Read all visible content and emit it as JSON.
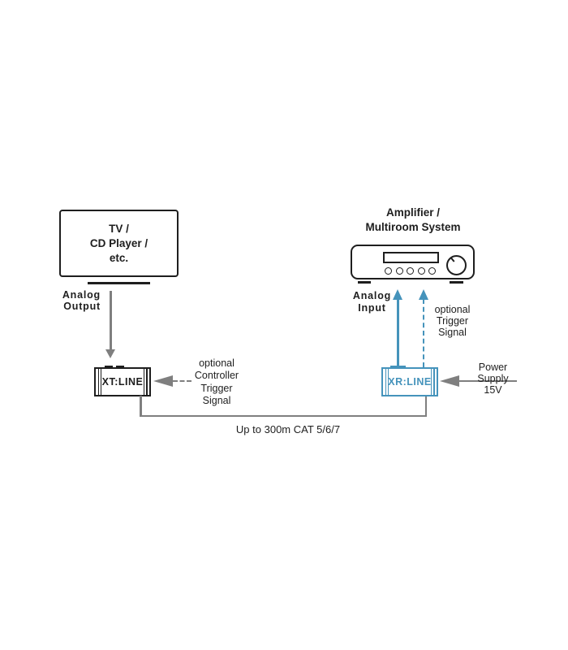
{
  "diagram": {
    "colors": {
      "ink": "#1e1e1e",
      "line_gray": "#7f7f7f",
      "accent_blue": "#4593bb"
    },
    "source_device": {
      "lines": [
        "TV /",
        "CD Player /",
        "etc."
      ]
    },
    "amplifier": {
      "title_lines": [
        "Amplifier /",
        "Multiroom System"
      ]
    },
    "transmitter": {
      "label": "XT:LINE"
    },
    "receiver": {
      "label": "XR:LINE"
    },
    "labels": {
      "analog_output": [
        "Analog",
        "Output"
      ],
      "analog_input": [
        "Analog",
        "Input"
      ],
      "controller_trigger": [
        "optional",
        "Controller",
        "Trigger",
        "Signal"
      ],
      "trigger_signal": [
        "optional",
        "Trigger",
        "Signal"
      ],
      "power_supply": [
        "Power",
        "Supply",
        "15V"
      ],
      "cable": "Up to 300m CAT 5/6/7"
    }
  }
}
